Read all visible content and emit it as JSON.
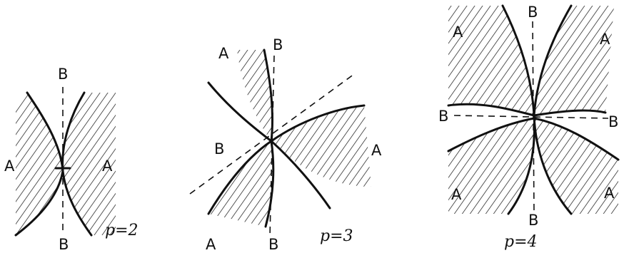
{
  "figures": [
    {
      "caption": "p=2",
      "labels": {
        "top": "B",
        "bottom": "B",
        "left": "A",
        "right": "A"
      }
    },
    {
      "caption": "p=3",
      "labels": {
        "top_left": "A",
        "top": "B",
        "left": "B",
        "right": "A",
        "bottom_left": "A",
        "bottom": "B"
      }
    },
    {
      "caption": "p=4",
      "labels": {
        "top": "B",
        "top_left": "A",
        "top_right": "A",
        "left": "B",
        "right": "B",
        "bottom_left": "A",
        "bottom_right": "A",
        "bottom": "B"
      }
    }
  ]
}
